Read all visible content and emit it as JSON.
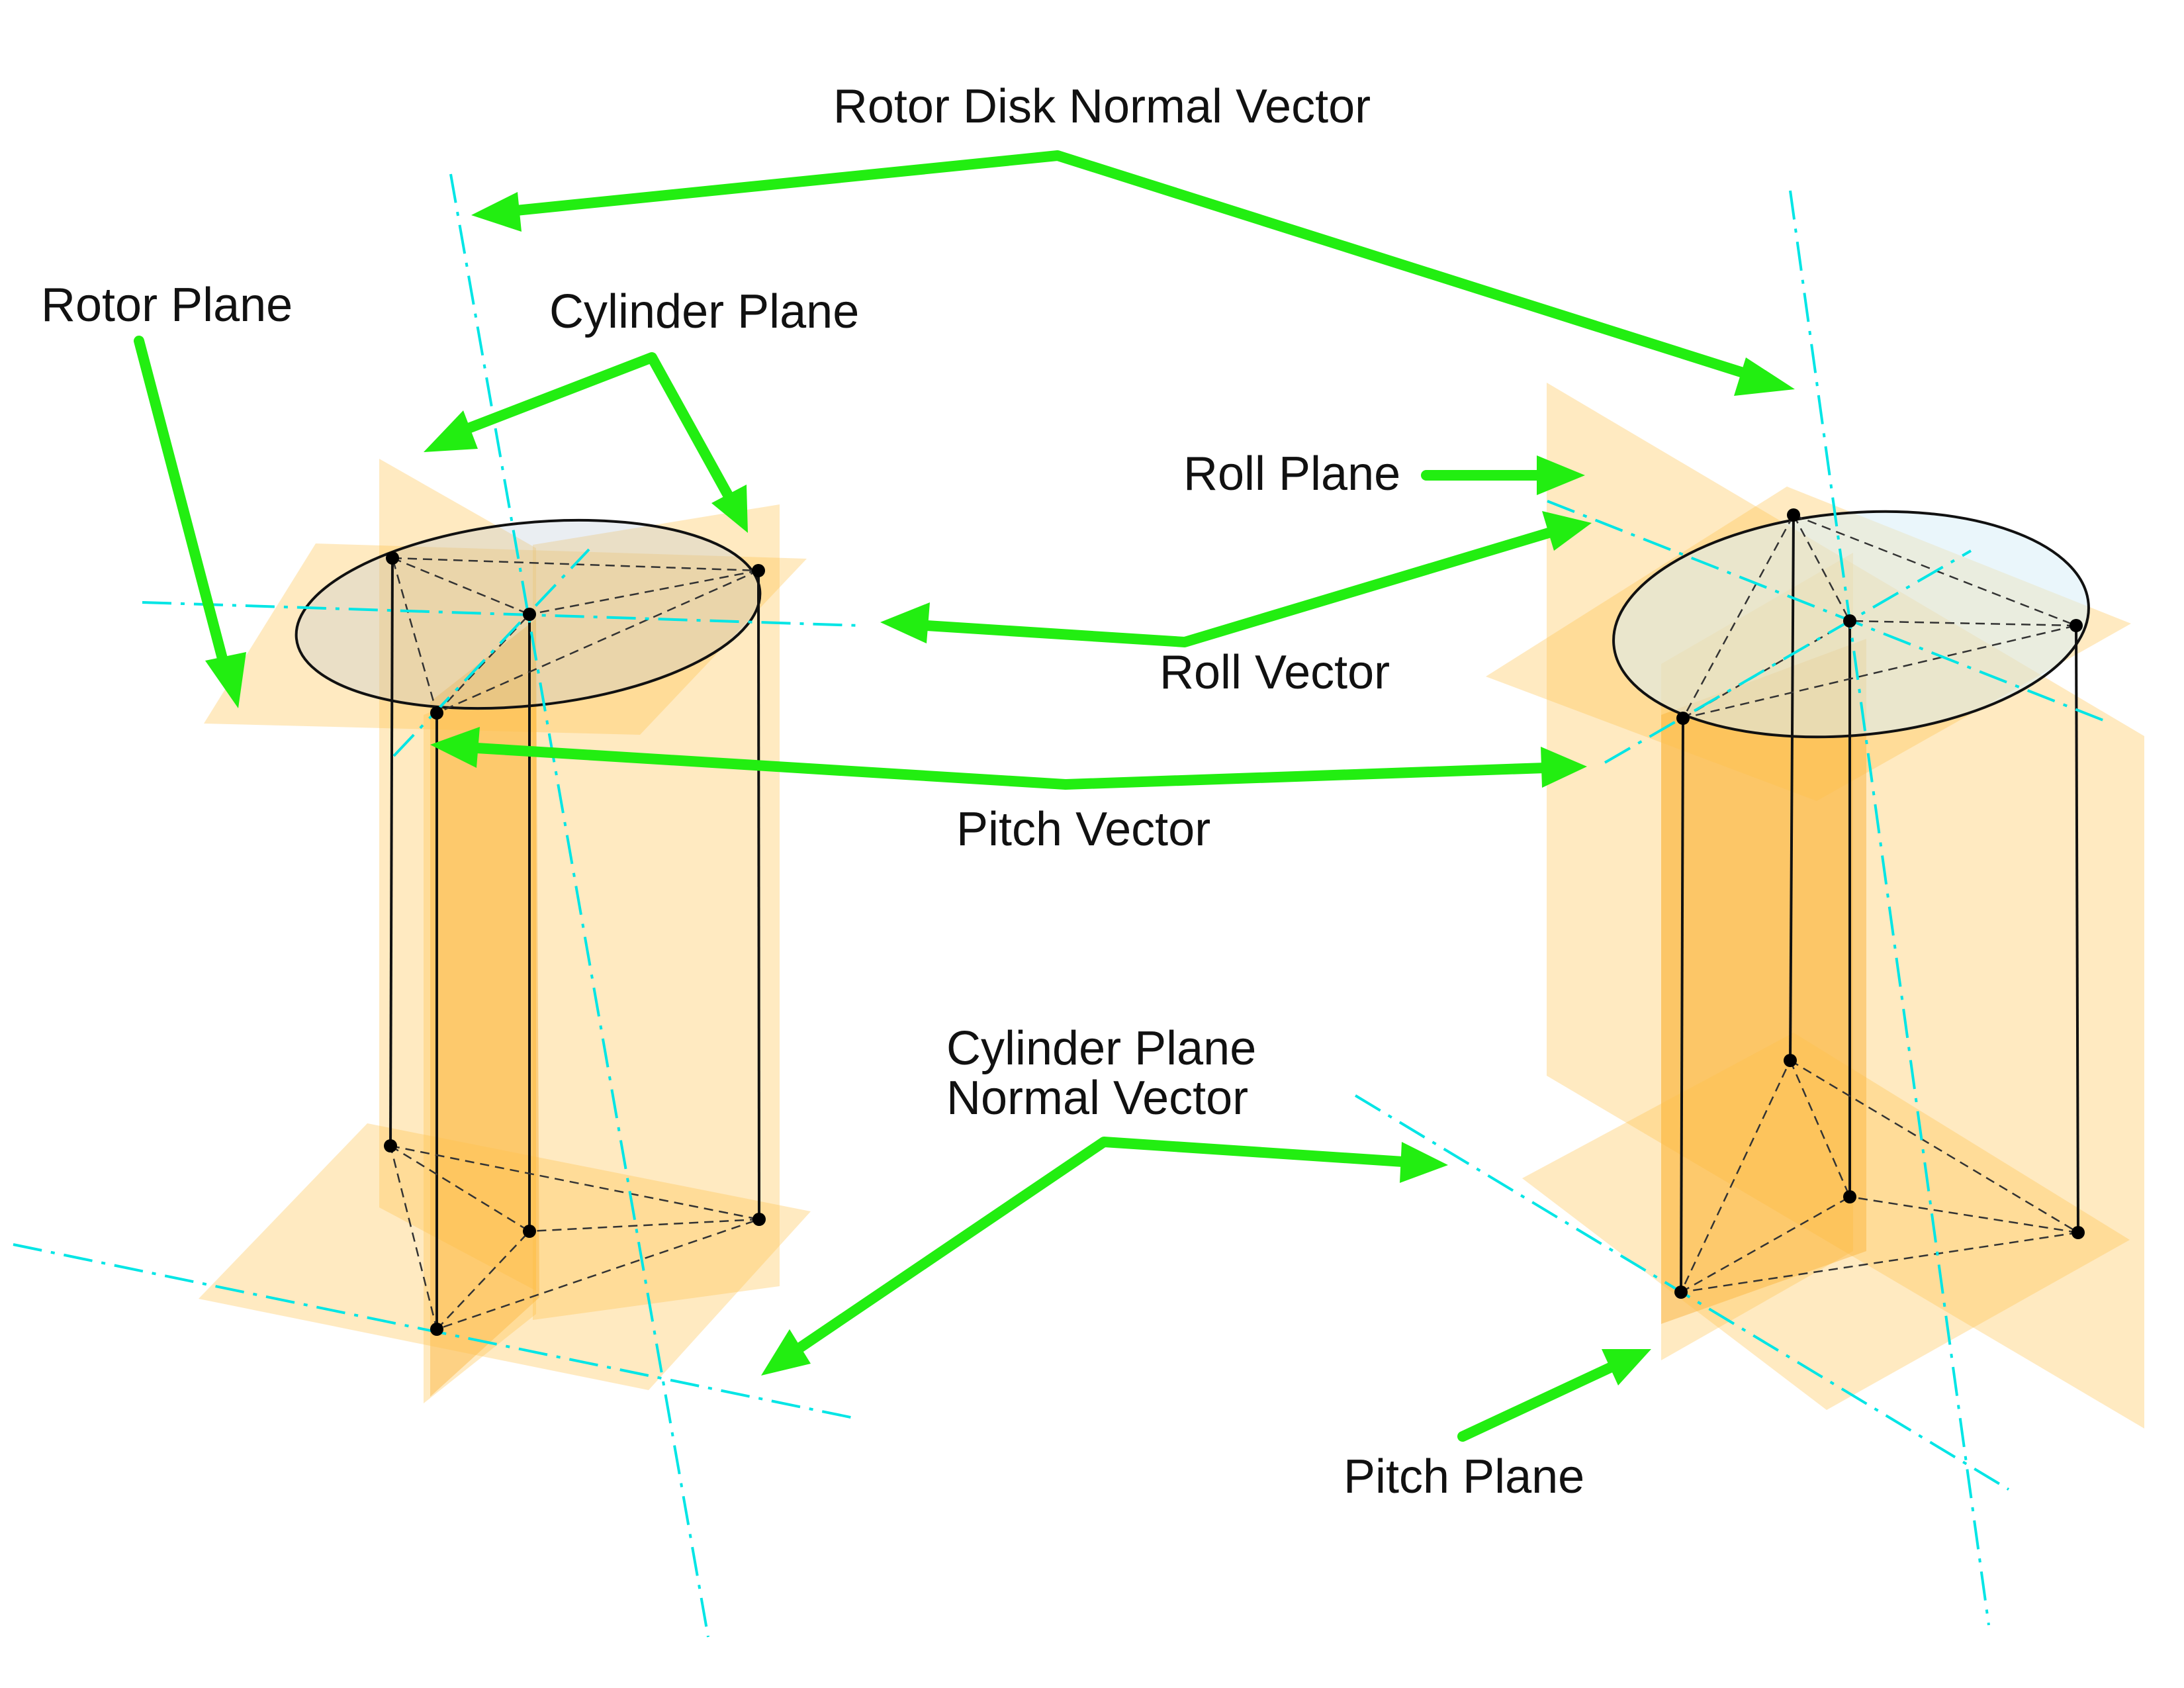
{
  "labels": {
    "rotor_disk_normal_vector": "Rotor Disk Normal Vector",
    "rotor_plane": "Rotor Plane",
    "cylinder_plane": "Cylinder Plane",
    "roll_plane": "Roll Plane",
    "roll_vector": "Roll Vector",
    "pitch_vector": "Pitch Vector",
    "cylinder_plane_normal_vector_line1": "Cylinder Plane",
    "cylinder_plane_normal_vector_line2": "Normal Vector",
    "pitch_plane": "Pitch Plane"
  },
  "colors": {
    "arrow": "#22ee11",
    "axis": "#00e5e5",
    "plane": "#ffc04a",
    "edge": "#111111"
  }
}
